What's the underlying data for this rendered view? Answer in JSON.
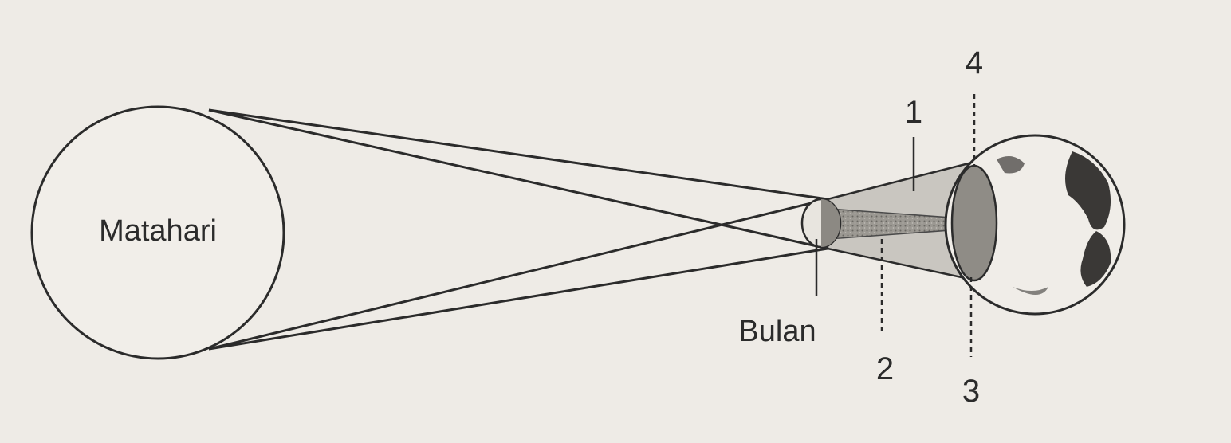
{
  "diagram": {
    "labels": {
      "sun": "Matahari",
      "moon": "Bulan",
      "n1": "1",
      "n2": "2",
      "n3": "3",
      "n4": "4"
    },
    "colors": {
      "background": "#eeebe6",
      "stroke": "#2b2b2b",
      "shadow_dark": "#5a5a5a",
      "shadow_light": "#c9c6c0"
    },
    "bodies": [
      "sun",
      "moon",
      "earth"
    ]
  }
}
